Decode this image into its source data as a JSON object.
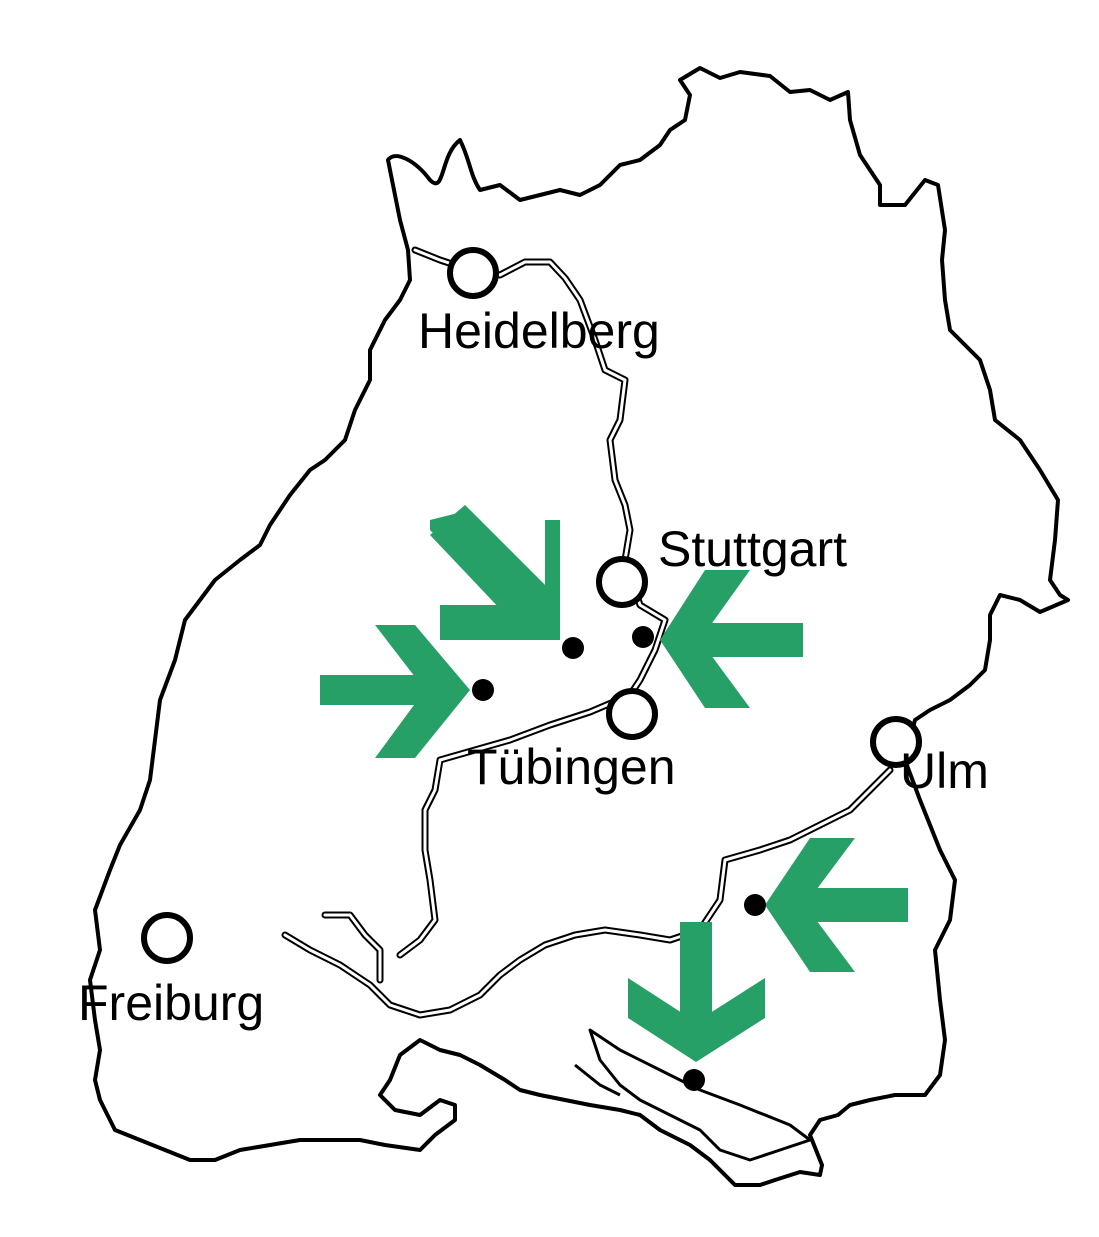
{
  "colors": {
    "background": "#ffffff",
    "outline": "#000000",
    "arrow": "#27a067",
    "site": "#000000"
  },
  "cities": [
    {
      "id": "heidelberg",
      "label": "Heidelberg"
    },
    {
      "id": "stuttgart",
      "label": "Stuttgart"
    },
    {
      "id": "tuebingen",
      "label": "Tübingen"
    },
    {
      "id": "ulm",
      "label": "Ulm"
    },
    {
      "id": "freiburg",
      "label": "Freiburg"
    }
  ],
  "arrows": [
    {
      "id": "arrow-northwest",
      "direction": "south-east"
    },
    {
      "id": "arrow-west",
      "direction": "east"
    },
    {
      "id": "arrow-stuttgart-east",
      "direction": "west"
    },
    {
      "id": "arrow-ulm-east",
      "direction": "west"
    },
    {
      "id": "arrow-lake-north",
      "direction": "south"
    }
  ],
  "sites": [
    {
      "id": "site-a"
    },
    {
      "id": "site-b"
    },
    {
      "id": "site-c"
    },
    {
      "id": "site-d"
    },
    {
      "id": "site-e"
    }
  ]
}
